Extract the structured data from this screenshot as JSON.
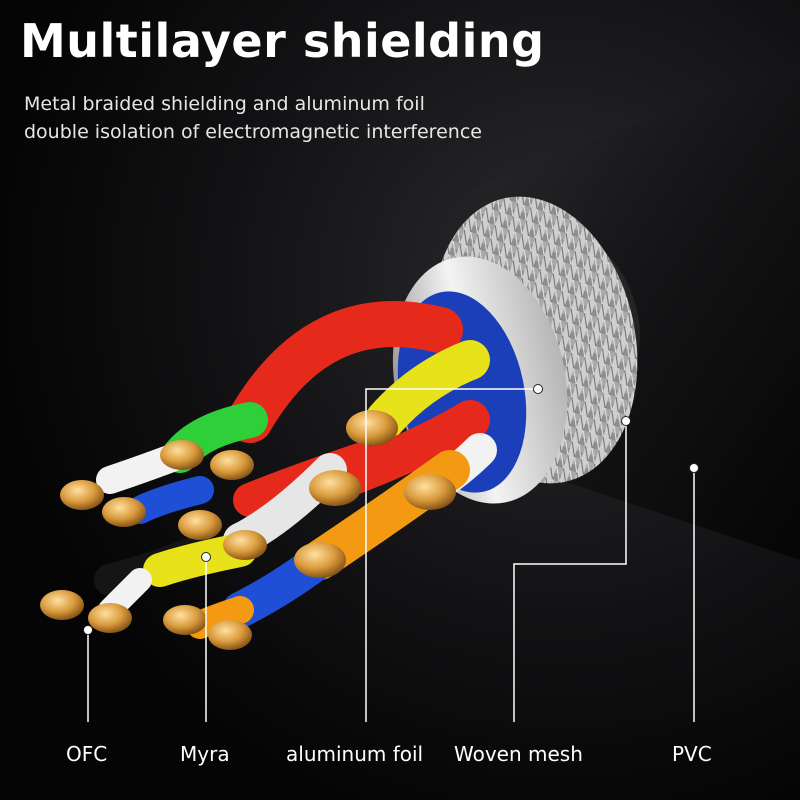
{
  "title": "Multilayer shielding",
  "subtitle": {
    "line1": "Metal braided shielding and aluminum foil",
    "line2": "double isolation of electromagnetic interference"
  },
  "callouts": {
    "ofc": "OFC",
    "myra": "Myra",
    "aluminum_foil": "aluminum foil",
    "woven_mesh": "Woven mesh",
    "pvc": "PVC"
  },
  "colors": {
    "background": "#0b0b0c",
    "jacket": "#1a1a1c",
    "braid": "#b9b9b9",
    "foil": "#d8d8d8",
    "copper": "#d99a3c",
    "red": "#e52a1b",
    "green": "#2fcf3a",
    "yellow": "#e7e21a",
    "blue": "#1e4fd6",
    "orange": "#f39a12",
    "white": "#f2f2f2"
  }
}
